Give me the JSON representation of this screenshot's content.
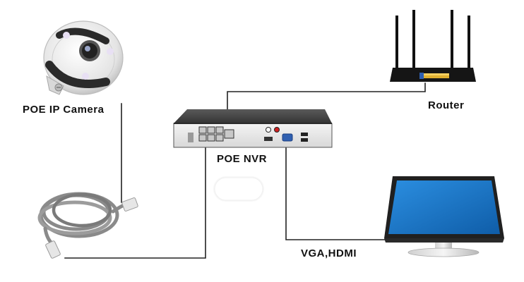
{
  "labels": {
    "camera": "POE IP Camera",
    "router": "Router",
    "nvr": "POE NVR",
    "display": "VGA,HDMI"
  },
  "colors": {
    "cable": "#222222",
    "nvr_body": "#2b2b2b",
    "nvr_top": "#4a4a4a",
    "port_silver": "#c8c8c8",
    "vga_blue": "#2f5fb0",
    "router_lights": "#e0b030",
    "screen_blue": "#1f7fd0",
    "camera_white": "#f2f2f2",
    "ethernet_cable": "#8a8a8a"
  },
  "icons": {
    "camera": "dome-camera-icon",
    "router": "router-icon",
    "nvr": "nvr-recorder-icon",
    "monitor": "monitor-icon",
    "cable": "ethernet-cable-icon",
    "oval": "blank-oval-icon"
  }
}
